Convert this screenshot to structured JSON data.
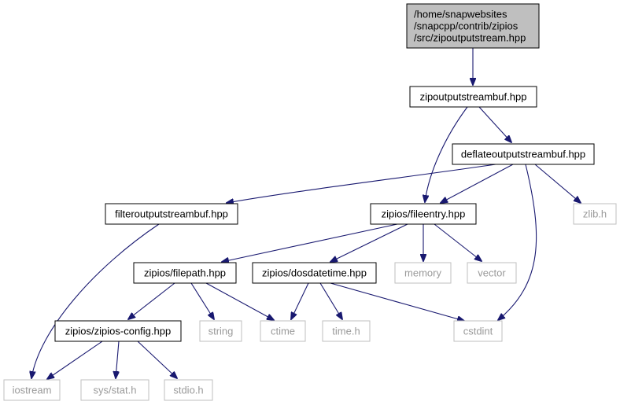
{
  "colors": {
    "edge": "#191970",
    "root_fill": "#bfbfbf",
    "root_border": "#000000",
    "node_fill": "#ffffff",
    "node_border": "#000000",
    "external_border": "#bfbfbf",
    "external_text": "#9a9a9a"
  },
  "nodes": [
    {
      "id": "root",
      "lines": [
        "/home/snapwebsites",
        "/snapcpp/contrib/zipios",
        "/src/zipoutputstream.hpp"
      ],
      "kind": "root"
    },
    {
      "id": "zipoutputstreambuf",
      "lines": [
        "zipoutputstreambuf.hpp"
      ],
      "kind": "file"
    },
    {
      "id": "deflateoutputstreambuf",
      "lines": [
        "deflateoutputstreambuf.hpp"
      ],
      "kind": "file"
    },
    {
      "id": "filteroutputstreambuf",
      "lines": [
        "filteroutputstreambuf.hpp"
      ],
      "kind": "file"
    },
    {
      "id": "fileentry",
      "lines": [
        "zipios/fileentry.hpp"
      ],
      "kind": "file"
    },
    {
      "id": "zlib",
      "lines": [
        "zlib.h"
      ],
      "kind": "external"
    },
    {
      "id": "filepath",
      "lines": [
        "zipios/filepath.hpp"
      ],
      "kind": "file"
    },
    {
      "id": "dosdatetime",
      "lines": [
        "zipios/dosdatetime.hpp"
      ],
      "kind": "file"
    },
    {
      "id": "memory",
      "lines": [
        "memory"
      ],
      "kind": "external"
    },
    {
      "id": "vector",
      "lines": [
        "vector"
      ],
      "kind": "external"
    },
    {
      "id": "zipiosconfig",
      "lines": [
        "zipios/zipios-config.hpp"
      ],
      "kind": "file"
    },
    {
      "id": "string",
      "lines": [
        "string"
      ],
      "kind": "external"
    },
    {
      "id": "ctime",
      "lines": [
        "ctime"
      ],
      "kind": "external"
    },
    {
      "id": "timeh",
      "lines": [
        "time.h"
      ],
      "kind": "external"
    },
    {
      "id": "cstdint",
      "lines": [
        "cstdint"
      ],
      "kind": "external"
    },
    {
      "id": "iostream",
      "lines": [
        "iostream"
      ],
      "kind": "external"
    },
    {
      "id": "sysstat",
      "lines": [
        "sys/stat.h"
      ],
      "kind": "external"
    },
    {
      "id": "stdio",
      "lines": [
        "stdio.h"
      ],
      "kind": "external"
    }
  ],
  "edges": [
    {
      "from": "root",
      "to": "zipoutputstreambuf"
    },
    {
      "from": "zipoutputstreambuf",
      "to": "deflateoutputstreambuf"
    },
    {
      "from": "zipoutputstreambuf",
      "to": "fileentry"
    },
    {
      "from": "deflateoutputstreambuf",
      "to": "filteroutputstreambuf"
    },
    {
      "from": "deflateoutputstreambuf",
      "to": "fileentry"
    },
    {
      "from": "deflateoutputstreambuf",
      "to": "zlib"
    },
    {
      "from": "deflateoutputstreambuf",
      "to": "cstdint"
    },
    {
      "from": "filteroutputstreambuf",
      "to": "iostream"
    },
    {
      "from": "fileentry",
      "to": "filepath"
    },
    {
      "from": "fileentry",
      "to": "dosdatetime"
    },
    {
      "from": "fileentry",
      "to": "memory"
    },
    {
      "from": "fileentry",
      "to": "vector"
    },
    {
      "from": "filepath",
      "to": "zipiosconfig"
    },
    {
      "from": "filepath",
      "to": "string"
    },
    {
      "from": "filepath",
      "to": "ctime"
    },
    {
      "from": "dosdatetime",
      "to": "ctime"
    },
    {
      "from": "dosdatetime",
      "to": "timeh"
    },
    {
      "from": "dosdatetime",
      "to": "cstdint"
    },
    {
      "from": "zipiosconfig",
      "to": "iostream"
    },
    {
      "from": "zipiosconfig",
      "to": "sysstat"
    },
    {
      "from": "zipiosconfig",
      "to": "stdio"
    }
  ]
}
